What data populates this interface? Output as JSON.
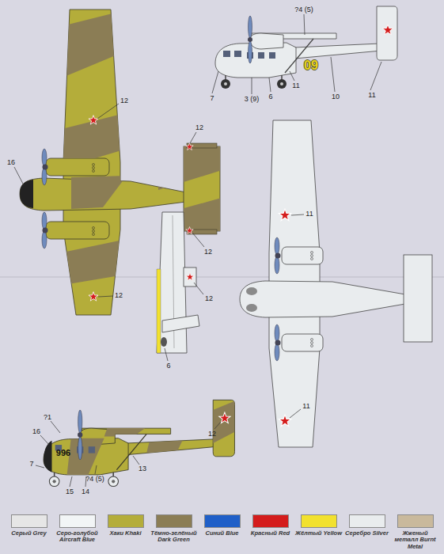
{
  "diagram": {
    "labels": [
      "?4 (5)",
      "09",
      "12",
      "12",
      "16",
      "7",
      "3 (9)",
      "6",
      "11",
      "10",
      "11",
      "11",
      "12",
      "12",
      "12",
      "6",
      "11",
      "?1",
      "12",
      "16",
      "7",
      "996",
      "?4 (5)",
      "13",
      "15",
      "14"
    ],
    "legend": [
      {
        "text": "Серый Grey",
        "color": "#e6e6e6"
      },
      {
        "text": "Серо-голубой Aircraft Blue",
        "color": "#f2f5f6"
      },
      {
        "text": "Хаки Khaki",
        "color": "#b4ad3a"
      },
      {
        "text": "Тёмно-зелёный Dark Green",
        "color": "#8b7d55"
      },
      {
        "text": "Синий Blue",
        "color": "#1f5fc8"
      },
      {
        "text": "Красный Red",
        "color": "#d41c1c"
      },
      {
        "text": "Жёлтый Yellow",
        "color": "#f2e12e"
      },
      {
        "text": "Серебро Silver",
        "color": "#e9ecee"
      },
      {
        "text": "Жженый металл Burnt Metal",
        "color": "#c9b99c"
      }
    ]
  }
}
